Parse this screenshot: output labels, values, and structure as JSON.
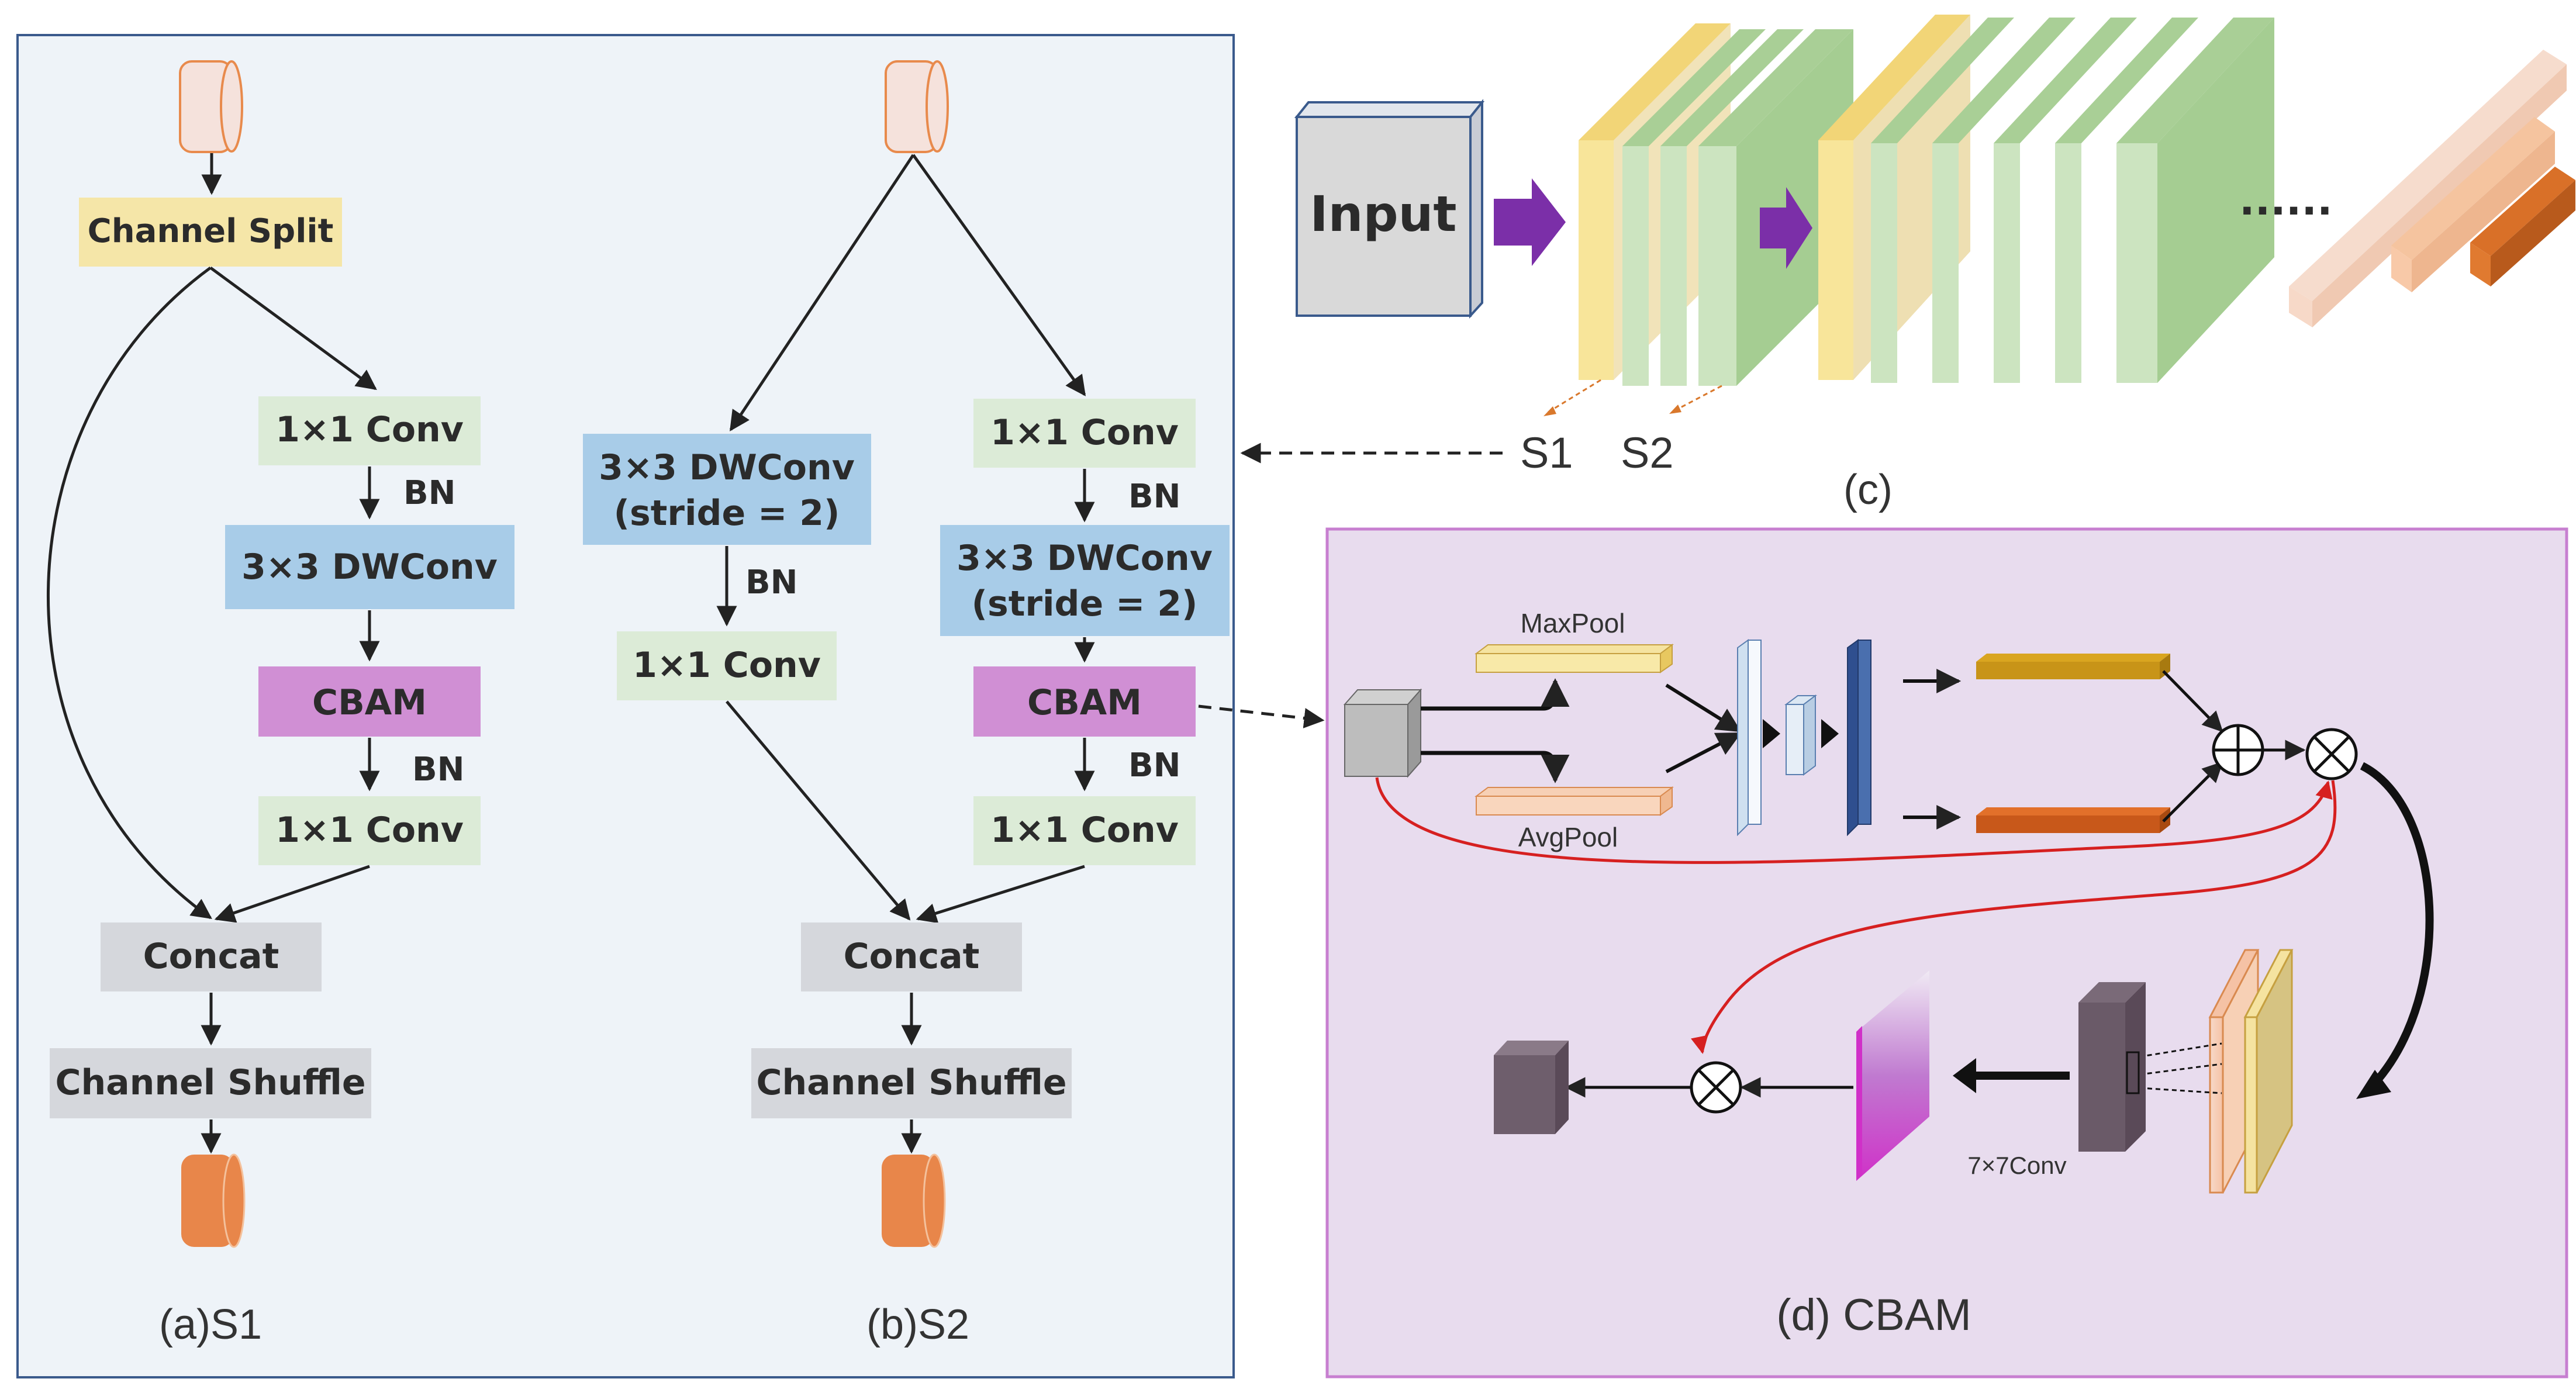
{
  "panel_a": {
    "channel_split": "Channel Split",
    "conv1": "1×1 Conv",
    "bn1": "BN",
    "dwconv": "3×3 DWConv",
    "cbam": "CBAM",
    "bn2": "BN",
    "conv2": "1×1 Conv",
    "concat": "Concat",
    "shuffle": "Channel Shuffle",
    "caption": "(a)S1"
  },
  "panel_b": {
    "left_dw_line1": "3×3 DWConv",
    "left_dw_line2": "(stride = 2)",
    "left_bn": "BN",
    "left_conv": "1×1 Conv",
    "right_conv1": "1×1 Conv",
    "right_bn1": "BN",
    "right_dw_line1": "3×3 DWConv",
    "right_dw_line2": "(stride = 2)",
    "right_cbam": "CBAM",
    "right_bn2": "BN",
    "right_conv2": "1×1 Conv",
    "concat": "Concat",
    "shuffle": "Channel Shuffle",
    "caption": "(b)S2"
  },
  "panel_c": {
    "input": "Input",
    "dots": "······",
    "s1": "S1",
    "s2": "S2",
    "caption": "(c)"
  },
  "panel_d": {
    "maxpool": "MaxPool",
    "avgpool": "AvgPool",
    "conv7": "7×7Conv",
    "caption": "(d) CBAM"
  },
  "colors": {
    "yellow_box": "#f5e6a8",
    "green_box": "#dcebd7",
    "blue_box": "#a8cce8",
    "purple_box": "#d08fd4",
    "gray_box": "#d5d7dc",
    "panel_border": "#3a5a8c",
    "cbam_panel_bg": "#e8dcee",
    "cbam_panel_border": "#c77fd0",
    "orange": "#e88a4c",
    "arrow_purple": "#7b2fa8",
    "red_path": "#d62020"
  }
}
